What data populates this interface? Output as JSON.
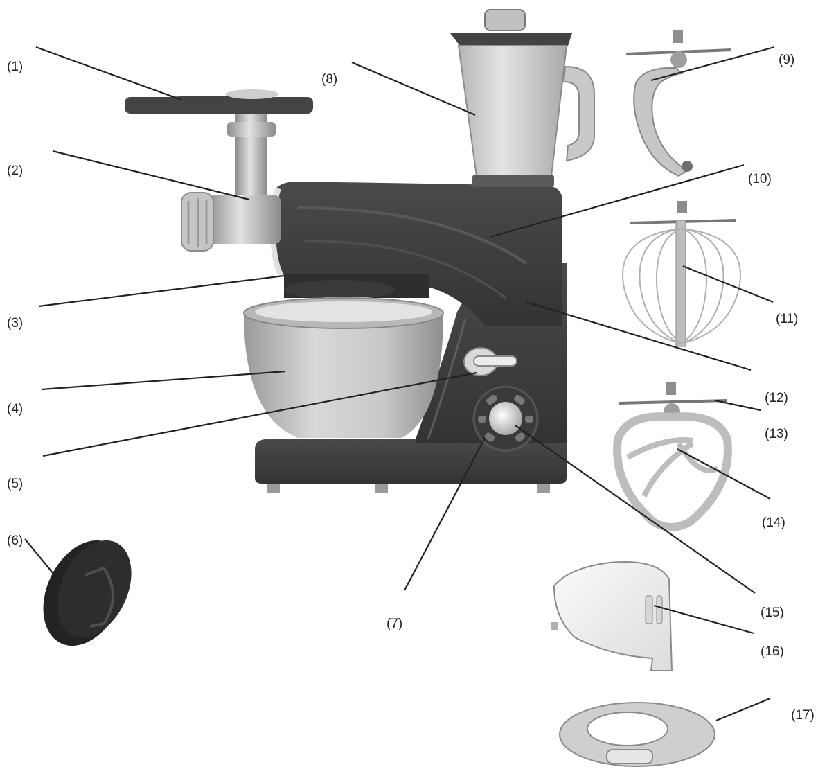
{
  "labels": {
    "p1": "(1)",
    "p2": "(2)",
    "p3": "(3)",
    "p4": "(4)",
    "p5": "(5)",
    "p6": "(6)",
    "p7": "(7)",
    "p8": "(8)",
    "p9": "(9)",
    "p10": "(10)",
    "p11": "(11)",
    "p12": "(12)",
    "p13": "(13)",
    "p14": "(14)",
    "p15": "(15)",
    "p16": "(16)",
    "p17": "(17)"
  },
  "colors": {
    "body_dark": "#3d3d3d",
    "body_mid": "#5a5a5a",
    "metal_light": "#cfcfcf",
    "metal_mid": "#a8a8a8",
    "leader_line": "#222222",
    "background": "#ffffff"
  }
}
